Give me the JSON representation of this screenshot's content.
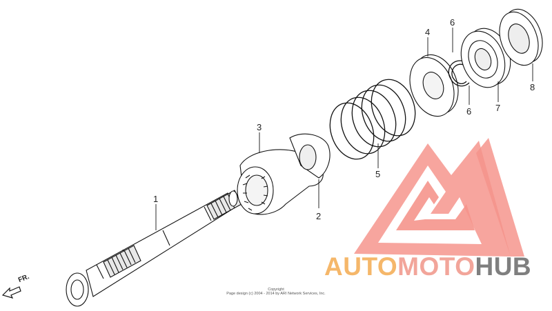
{
  "diagram": {
    "parts": [
      {
        "number": "1"
      },
      {
        "number": "2"
      },
      {
        "number": "3"
      },
      {
        "number": "4"
      },
      {
        "number": "5"
      },
      {
        "number": "6"
      },
      {
        "number": "6"
      },
      {
        "number": "7"
      },
      {
        "number": "8"
      }
    ],
    "direction_label": "FR.",
    "copyright_line1": "Copyright",
    "copyright_line2": "Page design (c) 2004 - 2014 by ARI Network Services, Inc."
  },
  "watermark": {
    "auto": "AUTO",
    "moto": "MOTO",
    "hub": "HUB",
    "colors": {
      "auto": "#f5b76a",
      "moto": "#f2a59a",
      "hub": "#7f7f7f",
      "logo": "#f07a72"
    }
  }
}
